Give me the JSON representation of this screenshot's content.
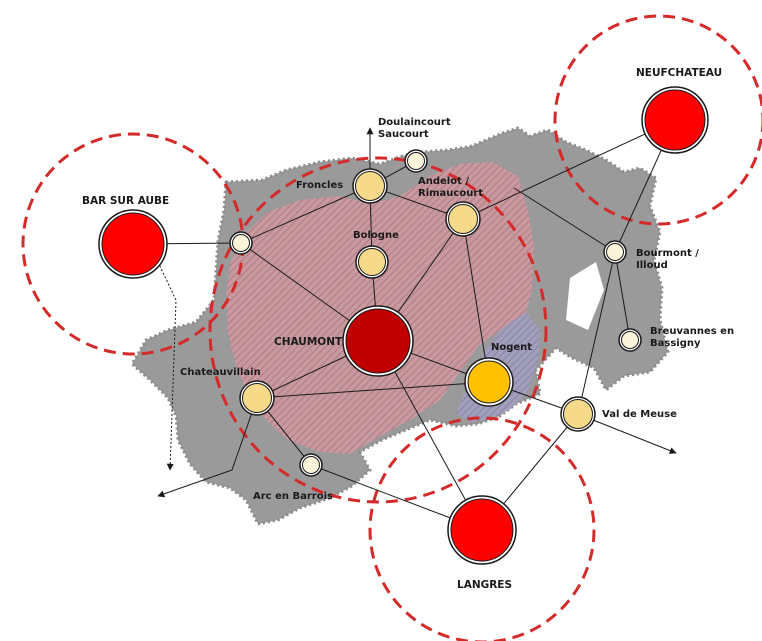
{
  "map": {
    "colors": {
      "territory": "#9a9a9a",
      "urban_zone": "#b98a8f",
      "nogent_zone": "#8f8aa8",
      "red_pole": "#ff0000",
      "chaumont": "#c00000",
      "nogent": "#ffc000",
      "secondary": "#f7d98a",
      "minor": "#fbf3da",
      "dashed_ring": "#d42a2a",
      "link": "#1a1a1a"
    },
    "labels": {
      "neufchateau": "NEUFCHATEAU",
      "bar_sur_aube": "BAR SUR AUBE",
      "chaumont": "CHAUMONT",
      "langres": "LANGRES",
      "doulaincourt_1": "Doulaincourt",
      "doulaincourt_2": "Saucourt",
      "froncles": "Froncles",
      "andelot_1": "Andelot /",
      "andelot_2": "Rimaucourt",
      "bologne": "Bologne",
      "bourmont_1": "Bourmont /",
      "bourmont_2": "Illoud",
      "breuvannes_1": "Breuvannes en",
      "breuvannes_2": "Bassigny",
      "nogent": "Nogent",
      "chateauvillain": "Chateauvillain",
      "val_de_meuse": "Val de Meuse",
      "arc_en_barrois": "Arc en Barrois"
    }
  }
}
